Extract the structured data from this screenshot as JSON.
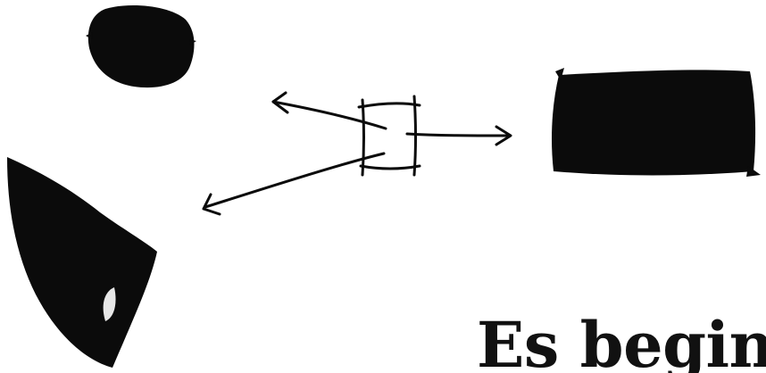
{
  "headline": "Es beginn",
  "colors": {
    "background": "#ffffff",
    "ink": "#0b0b0b"
  },
  "shapes": [
    "circle-blob",
    "rectangle-blob",
    "triangle-blob"
  ],
  "center_glyph": "square-with-arrows"
}
